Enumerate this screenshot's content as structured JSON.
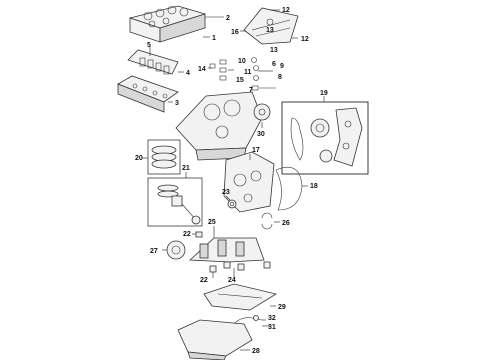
{
  "diagram": {
    "callouts": {
      "c1": "1",
      "c2": "2",
      "c3": "3",
      "c4": "4",
      "c5": "5",
      "c6": "6",
      "c7": "7",
      "c8": "8",
      "c9": "9",
      "c10": "10",
      "c11": "11",
      "c12a": "12",
      "c12b": "12",
      "c13a": "13",
      "c13b": "13",
      "c14": "14",
      "c15": "15",
      "c16": "16",
      "c17": "17",
      "c18": "18",
      "c19": "19",
      "c20": "20",
      "c21": "21",
      "c22a": "22",
      "c22b": "22",
      "c23": "23",
      "c24": "24",
      "c25": "25",
      "c26": "26",
      "c27": "27",
      "c28": "28",
      "c29": "29",
      "c30": "30",
      "c31": "31",
      "c32": "32"
    }
  }
}
